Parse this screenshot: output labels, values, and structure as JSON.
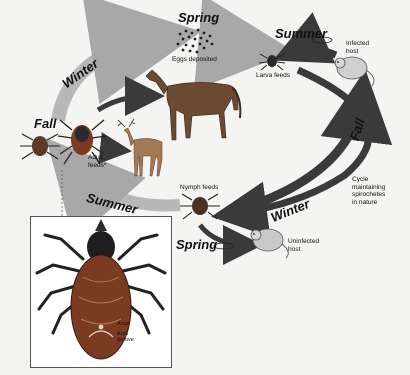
{
  "seasons": {
    "spring_top": "Spring",
    "summer_top": "Summer",
    "winter_top": "Winter",
    "fall_left": "Fall",
    "fall_right": "Fall",
    "winter_bottom": "Winter",
    "summer_bottom": "Summer",
    "spring_bottom": "Spring"
  },
  "labels": {
    "eggs": "Eggs deposited",
    "larva": "Larva feeds",
    "infected_host": "Infected\nhost",
    "adult": "Adult\nfeeds*",
    "nymph": "Nymph feeds",
    "cycle": "Cycle\nmaintaining\nspirochetes\nin nature",
    "uninfected_host": "Uninfected\nhost",
    "anus": "Anus",
    "anal_groove": "Anal\ngroove"
  },
  "colors": {
    "arrow_dark": "#3a3a3a",
    "arrow_light": "#b8b8b8",
    "tick_body": "#7a3b22",
    "accent": "#111111"
  }
}
